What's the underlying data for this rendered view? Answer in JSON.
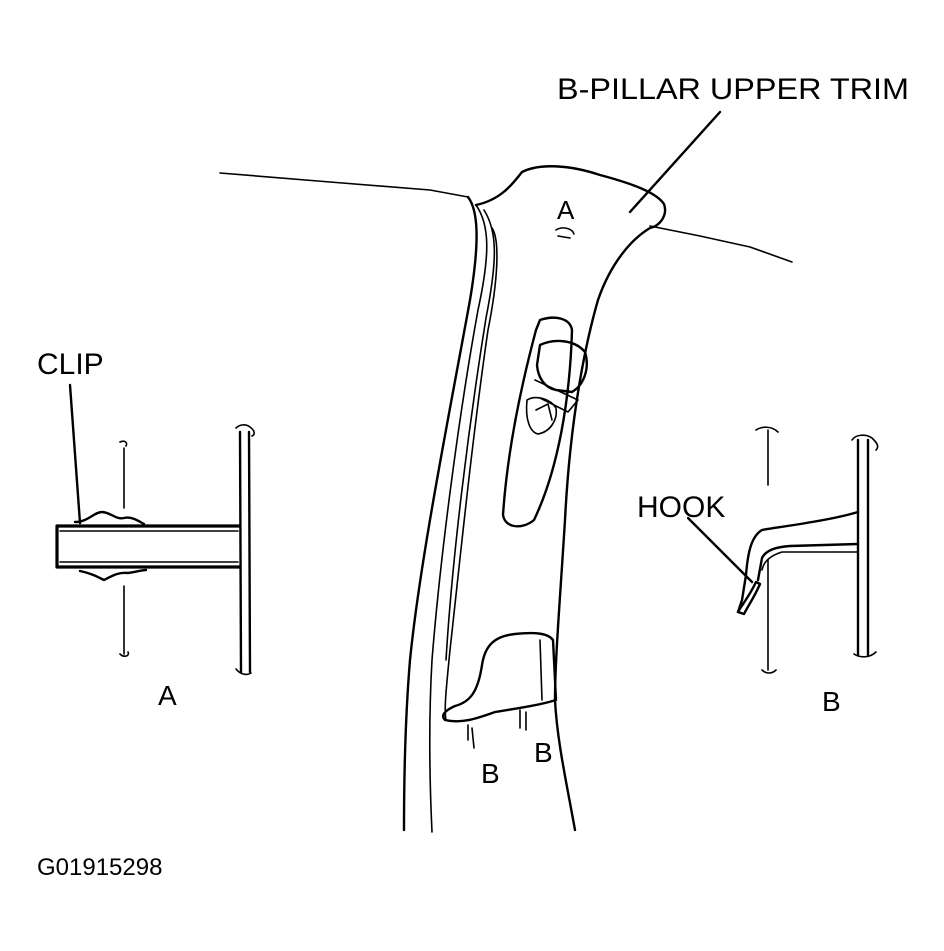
{
  "labels": {
    "title": "B-PILLAR UPPER TRIM",
    "clip": "CLIP",
    "hook": "HOOK",
    "clip_point_main": "A",
    "clip_detail_caption": "A",
    "hook_point_left": "B",
    "hook_point_right": "B",
    "hook_detail_caption": "B",
    "figure_id": "G01915298"
  },
  "colors": {
    "ink": "#000000",
    "background": "#ffffff"
  }
}
